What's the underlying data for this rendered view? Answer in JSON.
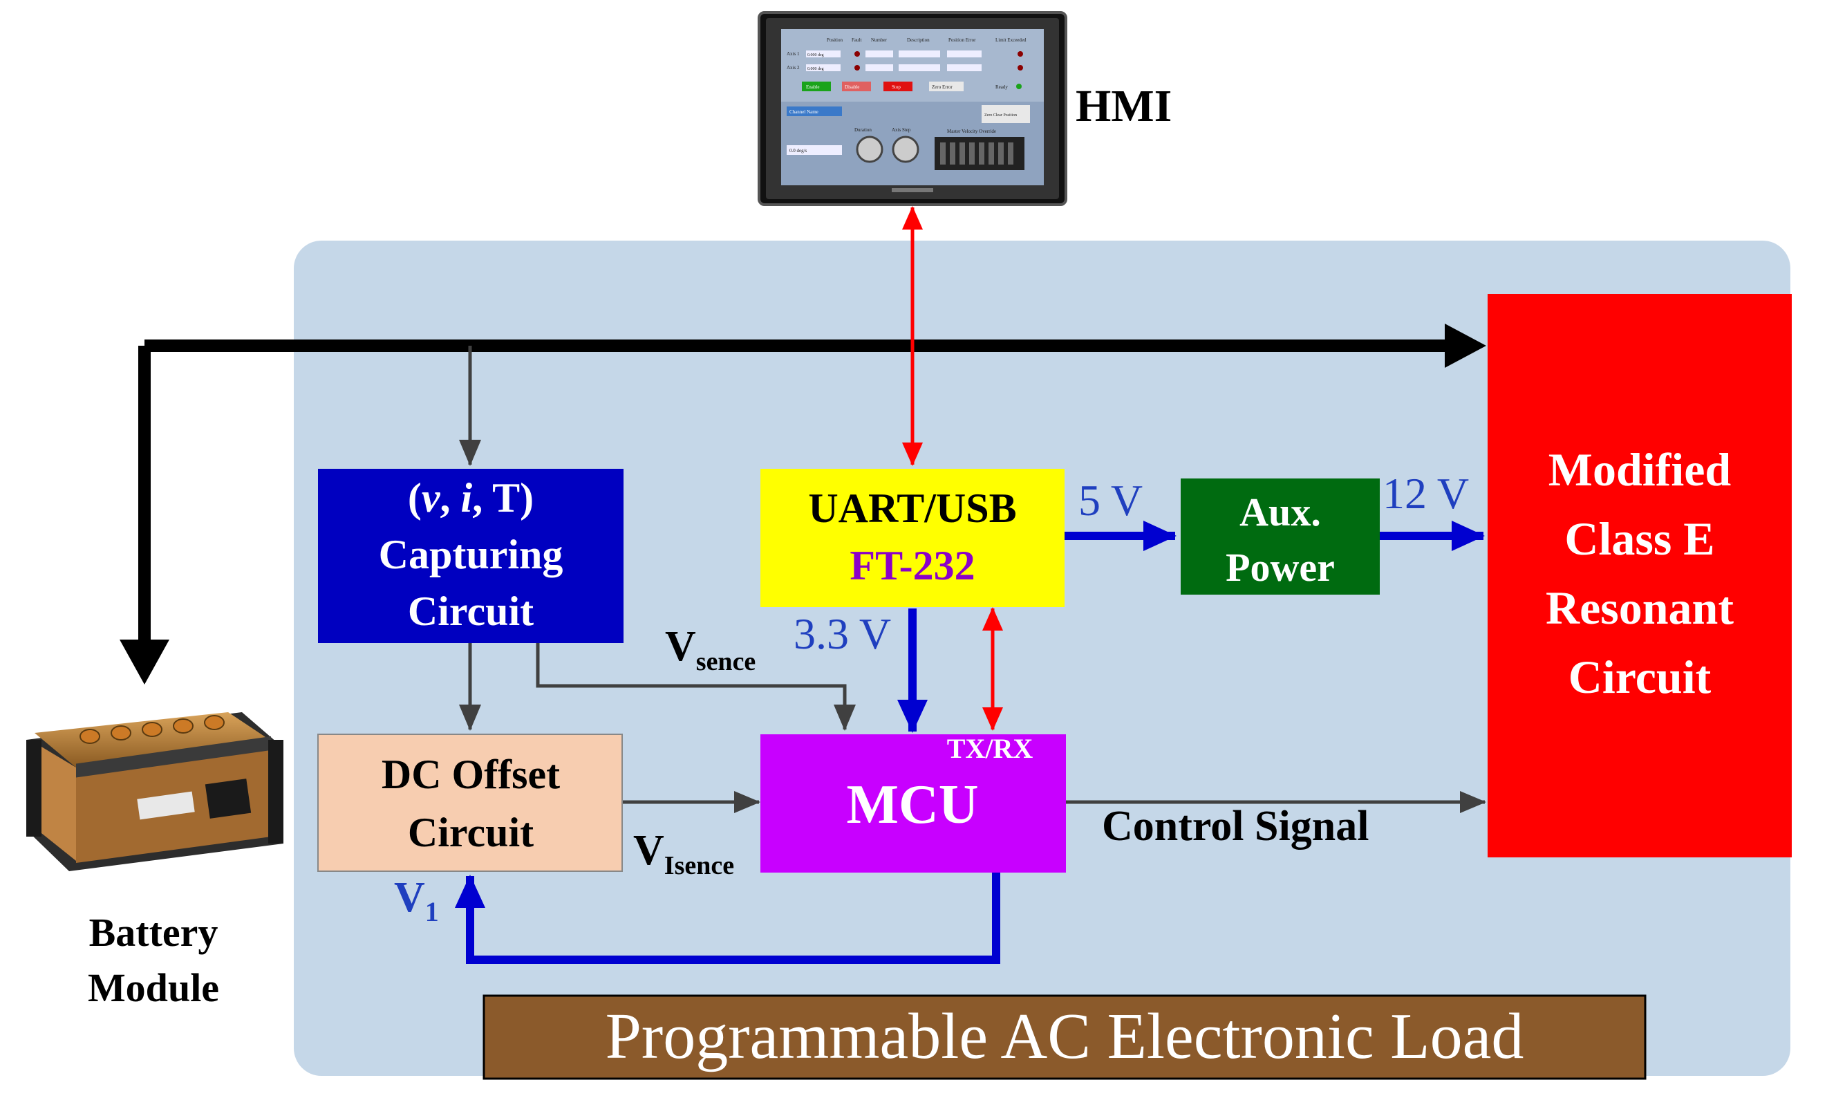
{
  "hmi": {
    "label": "HMI",
    "screen": {
      "headers": [
        "Position",
        "Fault",
        "Number",
        "Description",
        "Position Error",
        "Limit Exceeded"
      ],
      "rows": [
        {
          "label": "Axis 1",
          "value": "0.000 deg"
        },
        {
          "label": "Axis 2",
          "value": "0.000 deg"
        }
      ],
      "ready_label": "Ready",
      "title_field": "Channel Name",
      "buttons": [
        "Enable",
        "Disable",
        "Stop",
        "Zero Error",
        "Zero Clear Position"
      ],
      "knob_labels": [
        "Duration",
        "Axis Step"
      ],
      "speed_label": "Master Velocity Override",
      "field_value": "0.0 deg/s"
    }
  },
  "battery": {
    "line1": "Battery",
    "line2": "Module"
  },
  "load_title": "Programmable AC Electronic Load",
  "blocks": {
    "capture": {
      "line1": {
        "open": "(",
        "v": "v",
        "sep1": ", ",
        "i": "i",
        "sep2": ", T)"
      },
      "line2": "Capturing",
      "line3": "Circuit"
    },
    "uart": {
      "line1": "UART/USB",
      "line2": "FT-232"
    },
    "aux": {
      "line1": "Aux.",
      "line2": "Power"
    },
    "dc_offset": {
      "line1": "DC Offset",
      "line2": "Circuit"
    },
    "mcu": {
      "label": "MCU",
      "txrx": "TX/RX"
    },
    "class_e": {
      "line1": "Modified",
      "line2": "Class E",
      "line3": "Resonant",
      "line4": "Circuit"
    }
  },
  "signals": {
    "v_5": "5 V",
    "v_12": "12 V",
    "v_33": "3.3 V",
    "vsense": {
      "main": "V",
      "sub": "sence"
    },
    "visense": {
      "main": "V",
      "sub": "Isence"
    },
    "v1": {
      "main": "V",
      "sub": "1"
    },
    "control": "Control Signal"
  },
  "colors": {
    "panel": "#c5d7e8",
    "capture": "#0000c0",
    "uart": "#ffff00",
    "uart_text2": "#8b00c8",
    "aux": "#006b10",
    "dc_offset": "#f7cdb0",
    "mcu": "#c800ff",
    "class_e": "#ff0000",
    "blue_line": "#0000d0",
    "red_line": "#ff0000",
    "gray_line": "#404040",
    "title_bar": "#8b5a2b",
    "voltage_text": "#1f3fbf"
  }
}
